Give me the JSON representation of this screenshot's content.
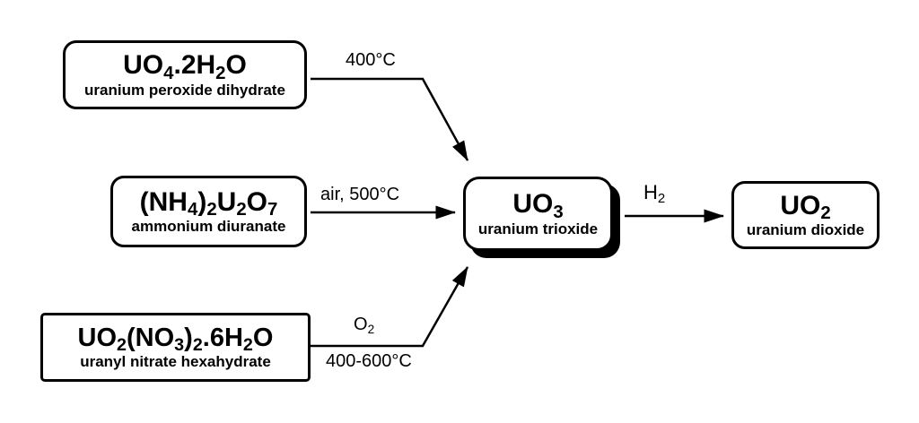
{
  "diagram": {
    "background_color": "#ffffff",
    "line_color": "#000000",
    "node_fill_color": "#ffffff",
    "subscript_notation": "segments wrapped in underscores are subscripts"
  },
  "nodes": {
    "uranium_peroxide": {
      "formula": "UO_4_.2H_2_O",
      "name": "uranium peroxide dihydrate"
    },
    "ammonium_diuranate": {
      "formula": "(NH_4_)_2_U_2_O_7_",
      "name": "ammonium diuranate"
    },
    "uranyl_nitrate": {
      "formula": "UO_2_(NO_3_)_2_.6H_2_O",
      "name": "uranyl nitrate hexahydrate"
    },
    "uranium_trioxide": {
      "formula": "UO_3_",
      "name": "uranium trioxide"
    },
    "uranium_dioxide": {
      "formula": "UO_2_",
      "name": "uranium dioxide"
    }
  },
  "arrows": {
    "peroxide_to_trioxide": {
      "from": "uranium peroxide dihydrate",
      "to": "uranium trioxide",
      "label": "400°C"
    },
    "diuranate_to_trioxide": {
      "from": "ammonium diuranate",
      "to": "uranium trioxide",
      "label": "air, 500°C"
    },
    "nitrate_to_trioxide": {
      "from": "uranyl nitrate hexahydrate",
      "to": "uranium trioxide",
      "label_above": "O_2_",
      "label_below": "400-600°C"
    },
    "trioxide_to_dioxide": {
      "from": "uranium trioxide",
      "to": "uranium dioxide",
      "label": "H_2_"
    }
  }
}
